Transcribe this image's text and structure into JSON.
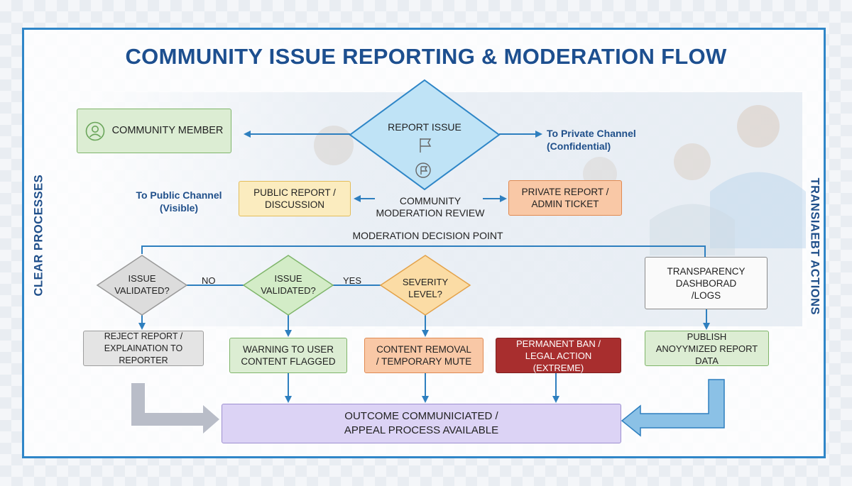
{
  "title": "COMMUNITY ISSUE REPORTING & MODERATION FLOW",
  "side_labels": {
    "left": "CLEAR PROCESSES",
    "right": "TRANSIAEBT ACTIONS"
  },
  "nodes": {
    "community_member": "COMMUNITY MEMBER",
    "report_issue": "REPORT ISSUE",
    "private_channel": "To Private Channel\n(Confidential)",
    "public_channel": "To Public Channel\n(Visible)",
    "public_report": "PUBLIC REPORT /\nDISCUSSION",
    "moderation_review": "COMMUNITY\nMODERATION REVIEW",
    "private_report": "PRIVATE REPORT /\nADMIN TICKET",
    "decision_point": "MODERATION DECISION POINT",
    "issue_validated_1": "ISSUE\nVALIDATED?",
    "issue_validated_2": "ISSUE\nVALIDATED?",
    "severity_level": "SEVERITY\nLEVEL?",
    "transparency_dashboard": "TRANSPARENCY\nDASHBORAD\n/LOGS",
    "reject_report": "REJECT REPORT /\nEXPLAINATION TO REPORTER",
    "warning_user": "WARNING TO USER\nCONTENT FLAGGED",
    "content_removal": "CONTENT REMOVAL\n/ TEMPORARY MUTE",
    "permanent_ban": "PERMANENT BAN /\nLEGAL ACTION (EXTREME)",
    "publish_data": "PUBLISH\nANOYYMIZED REPORT DATA",
    "outcome": "OUTCOME COMMUNICIATED /\nAPPEAL PROCESS AVAILABLE"
  },
  "edge_labels": {
    "no": "NO",
    "yes": "YES"
  },
  "colors": {
    "title": "#1d4f8f",
    "frame": "#2f86c8",
    "connector": "#2e7fbf",
    "green": "#dcedd3",
    "yellow": "#fbecbf",
    "orange": "#f9c8a6",
    "red": "#a82e2e",
    "purple": "#dcd3f5",
    "report_diamond": "#bfe3f6"
  },
  "icons": [
    "user-icon",
    "flag-icon",
    "chat-flag-icon"
  ]
}
